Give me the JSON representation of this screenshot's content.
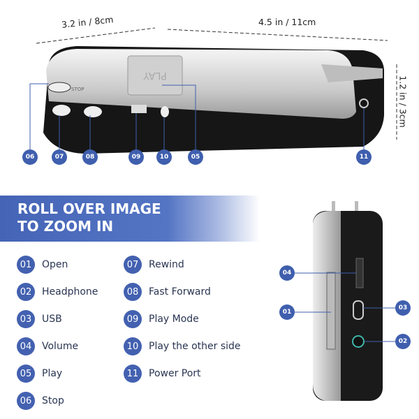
{
  "dimensions": {
    "width": "3.2 in  /  8cm",
    "length": "4.5 in  /  11cm",
    "height": "1.2 in  /  3cm"
  },
  "device_labels": {
    "play_key": "PLAY",
    "stop_key": "STOP"
  },
  "callouts_top": [
    "06",
    "07",
    "08",
    "09",
    "10",
    "05",
    "11"
  ],
  "callouts_side": [
    "04",
    "01",
    "03",
    "02"
  ],
  "banner": {
    "line1": "ROLL OVER IMAGE",
    "line2": "TO ZOOM IN"
  },
  "legend": [
    {
      "num": "01",
      "label": "Open"
    },
    {
      "num": "02",
      "label": "Headphone"
    },
    {
      "num": "03",
      "label": "USB"
    },
    {
      "num": "04",
      "label": "Volume"
    },
    {
      "num": "05",
      "label": "Play"
    },
    {
      "num": "06",
      "label": "Stop"
    },
    {
      "num": "07",
      "label": "Rewind"
    },
    {
      "num": "08",
      "label": "Fast Forward"
    },
    {
      "num": "09",
      "label": "Play Mode"
    },
    {
      "num": "10",
      "label": "Play the other side"
    },
    {
      "num": "11",
      "label": "Power Port"
    }
  ],
  "colors": {
    "accent": "#4361b0",
    "device_black": "#151515",
    "device_silver": "#d8d8d8"
  }
}
